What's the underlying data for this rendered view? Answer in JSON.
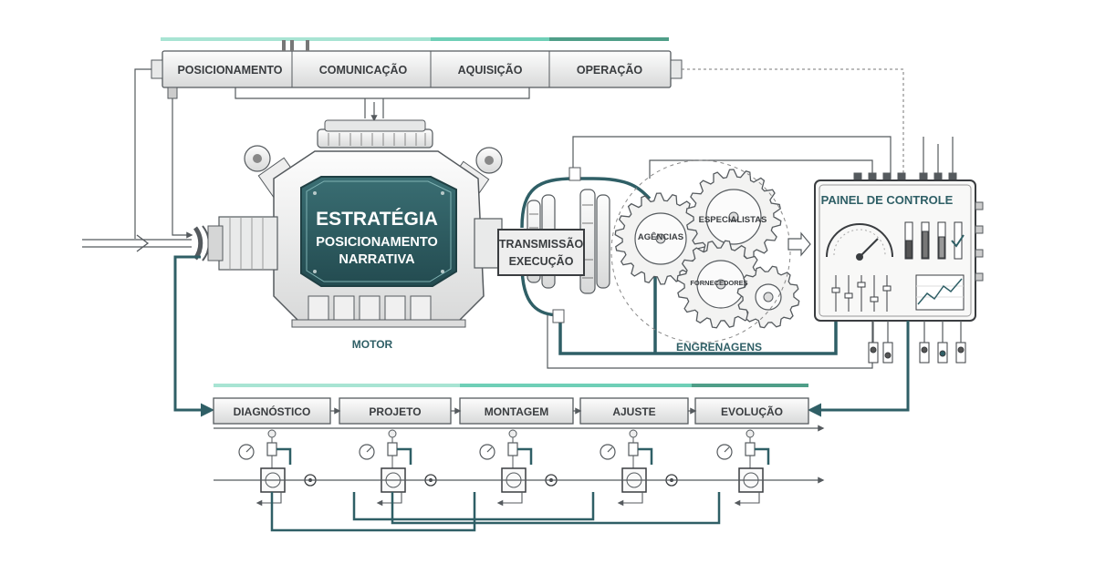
{
  "colors": {
    "teal": "#2f5f66",
    "teal_light": "#6fcfb7",
    "teal_mid": "#4fb59a",
    "ink": "#3a3d40",
    "paper": "#f6f6f4"
  },
  "top_bar": {
    "stages": [
      "POSICIONAMENTO",
      "COMUNICAÇÃO",
      "AQUISIÇÃO",
      "OPERAÇÃO"
    ]
  },
  "motor": {
    "title": "ESTRATÉGIA",
    "line1": "POSICIONAMENTO",
    "line2": "NARRATIVA",
    "caption": "MOTOR"
  },
  "transmission": {
    "line1": "TRANSMISSÃO",
    "line2": "EXECUÇÃO"
  },
  "gears": {
    "agencias": "AGÊNCIAS",
    "especialistas": "ESPECIALISTAS",
    "fornecedores": "FORNECEDORES",
    "caption": "ENGRENAGENS"
  },
  "panel": {
    "title": "PAINEL DE CONTROLE"
  },
  "bottom_bar": {
    "stages": [
      "DIAGNÓSTICO",
      "PROJETO",
      "MONTAGEM",
      "AJUSTE",
      "EVOLUÇÃO"
    ]
  },
  "icons": [
    "pipe-arrow-icon",
    "gauge-icon",
    "valve-icon",
    "gear-icon",
    "slider-icon",
    "toggle-switch-icon",
    "line-chart-icon"
  ]
}
